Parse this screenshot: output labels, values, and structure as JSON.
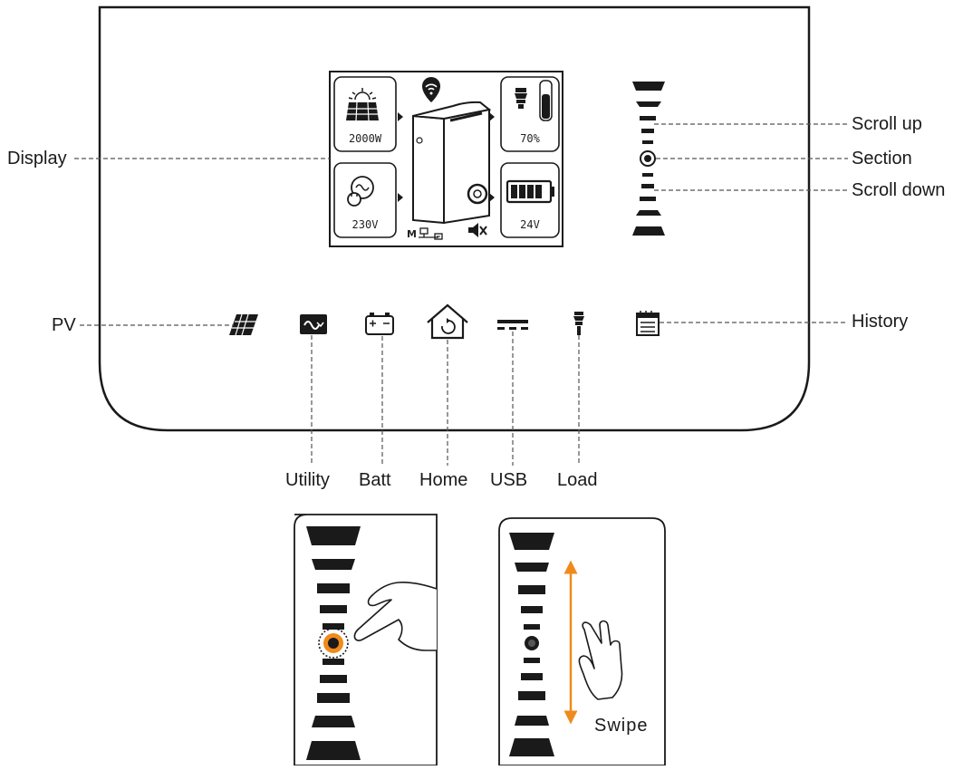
{
  "callouts": {
    "display": "Display",
    "scroll_up": "Scroll up",
    "section": "Section",
    "scroll_down": "Scroll down",
    "pv": "PV",
    "history": "History"
  },
  "bottom_labels": {
    "utility": "Utility",
    "batt": "Batt",
    "home": "Home",
    "usb": "USB",
    "load": "Load"
  },
  "screen": {
    "pv_power": "2000W",
    "utility_voltage": "230V",
    "load_percent": "70%",
    "battery_voltage": "24V",
    "mode_letter": "M"
  },
  "gesture": {
    "swipe_label": "Swipe"
  },
  "colors": {
    "outline": "#1a1a1a",
    "dashed": "#555555",
    "accent_orange": "#f08a1c"
  },
  "icons": [
    "solar-panel-icon",
    "utility-icon",
    "battery-icon",
    "home-icon",
    "usb-icon",
    "load-bulb-icon",
    "history-icon",
    "wifi-pin-icon",
    "mute-icon"
  ]
}
